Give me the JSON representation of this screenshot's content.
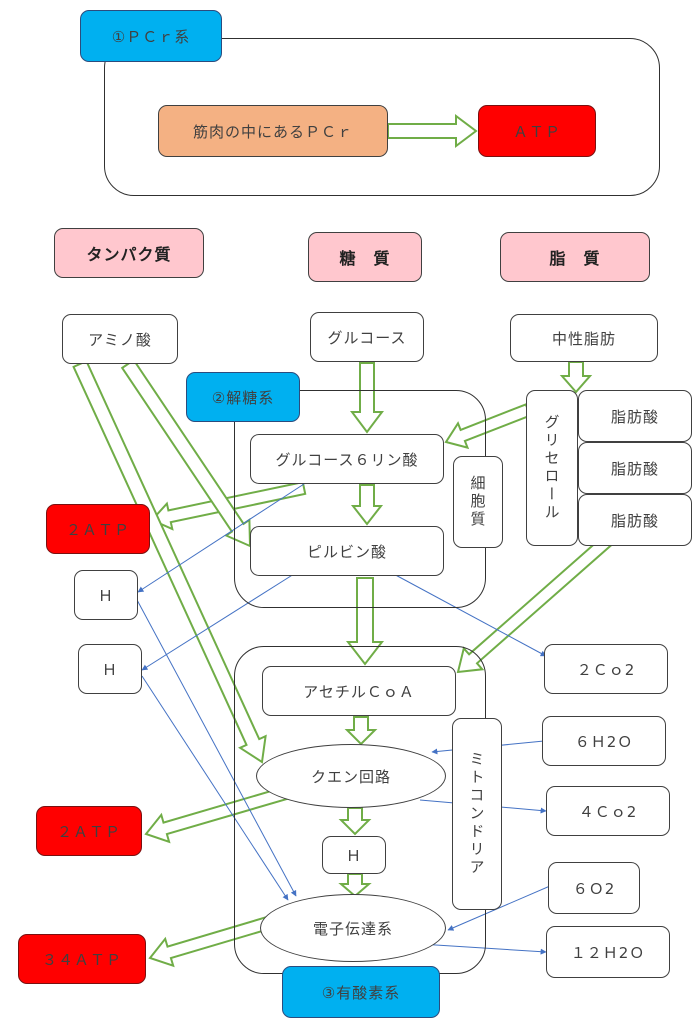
{
  "pcr": {
    "title": "①ＰＣｒ系",
    "source": "筋肉の中にあるＰＣｒ",
    "product": "ＡＴＰ"
  },
  "nutrients": {
    "protein": "タンパク質",
    "carbohydrate": "糖　質",
    "fat": "脂　質"
  },
  "sources": {
    "amino_acid": "アミノ酸",
    "glucose": "グルコース",
    "neutral_fat": "中性脂肪"
  },
  "glycolysis": {
    "title": "②解糖系",
    "g6p": "グルコース６リン酸",
    "pyruvate": "ピルビン酸",
    "cytoplasm": "細胞質"
  },
  "fat_breakdown": {
    "glycerol": "グリセロール",
    "fatty_acids": [
      "脂肪酸",
      "脂肪酸",
      "脂肪酸"
    ]
  },
  "aerobic": {
    "title": "③有酸素系",
    "acetyl_coa": "アセチルＣｏＡ",
    "citric_cycle": "クエン回路",
    "h": "Ｈ",
    "etc": "電子伝達系",
    "mitochondria": "ミトコンドリア"
  },
  "outputs": {
    "atp_glycolysis": "２ＡＴＰ",
    "h1": "Ｈ",
    "h2": "Ｈ",
    "atp_citric": "２ＡＴＰ",
    "atp_etc": "３４ＡＴＰ"
  },
  "molecules": {
    "co2_2": "２Ｃｏ2",
    "h2o_6": "６Ｈ2Ｏ",
    "co2_4": "４Ｃｏ2",
    "o2_6": "６Ｏ2",
    "h2o_12": "１２Ｈ2Ｏ"
  },
  "colors": {
    "blue": "#00b0f0",
    "red": "#ff0000",
    "pink": "#ffc7ce",
    "orange": "#f4b183",
    "arrow_green": "#70ad47",
    "line_blue": "#4472c4"
  }
}
